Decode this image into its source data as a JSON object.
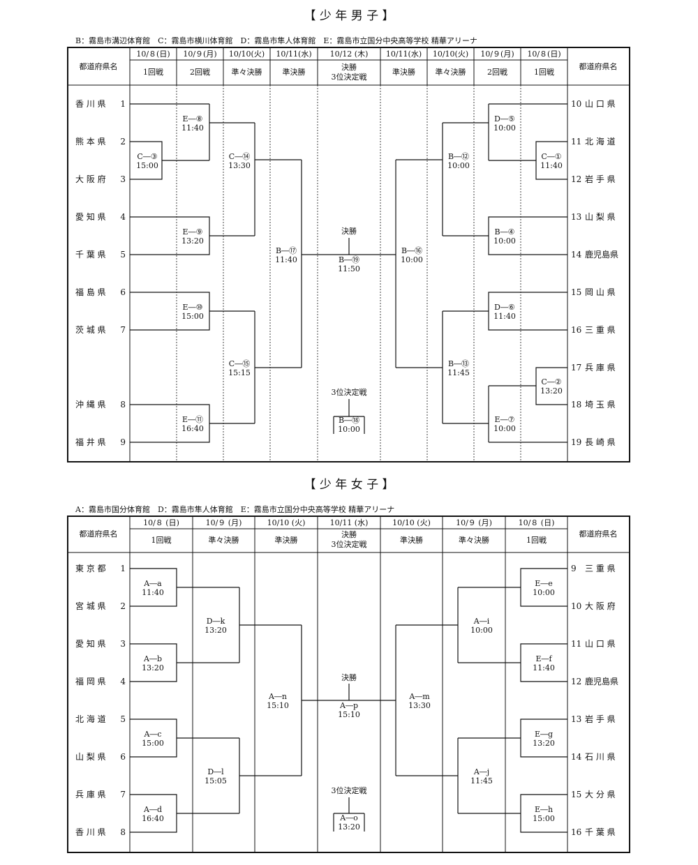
{
  "boys": {
    "title": "【 少 年 男 子 】",
    "venues": "B：霧島市溝辺体育館　C：霧島市横川体育館　D：霧島市隼人体育館　E：霧島市立国分中央高等学校 精華アリーナ",
    "pref_header": "都道府県名",
    "columns": [
      {
        "date": "10/８(日)",
        "round": "1回戦"
      },
      {
        "date": "10/９(月)",
        "round": "2回戦"
      },
      {
        "date": "10/10(火)",
        "round": "準々決勝"
      },
      {
        "date": "10/11(水)",
        "round": "準決勝"
      },
      {
        "date": "10/12 (木)",
        "round": "決勝",
        "round2": "3位決定戦"
      },
      {
        "date": "10/11(水)",
        "round": "準決勝"
      },
      {
        "date": "10/10(火)",
        "round": "準々決勝"
      },
      {
        "date": "10/９(月)",
        "round": "2回戦"
      },
      {
        "date": "10/８(日)",
        "round": "1回戦"
      }
    ],
    "left_teams": [
      {
        "name": "香 川 県",
        "num": "1"
      },
      {
        "name": "熊 本 県",
        "num": "2"
      },
      {
        "name": "大 阪 府",
        "num": "3"
      },
      {
        "name": "愛 知 県",
        "num": "4"
      },
      {
        "name": "千 葉 県",
        "num": "5"
      },
      {
        "name": "福 島 県",
        "num": "6"
      },
      {
        "name": "茨 城 県",
        "num": "7"
      },
      {
        "name": "沖 縄 県",
        "num": "8"
      },
      {
        "name": "福 井 県",
        "num": "9"
      }
    ],
    "right_teams": [
      {
        "num": "10",
        "name": "山 口 県"
      },
      {
        "num": "11",
        "name": "北 海 道"
      },
      {
        "num": "12",
        "name": "岩 手 県"
      },
      {
        "num": "13",
        "name": "山 梨 県"
      },
      {
        "num": "14",
        "name": "鹿児島県"
      },
      {
        "num": "15",
        "name": "岡 山 県"
      },
      {
        "num": "16",
        "name": "三 重 県"
      },
      {
        "num": "17",
        "name": "兵 庫 県"
      },
      {
        "num": "18",
        "name": "埼 玉 県"
      },
      {
        "num": "19",
        "name": "長 崎 県"
      }
    ],
    "matches": {
      "c3": {
        "code": "C―③",
        "time": "15:00"
      },
      "e8": {
        "code": "E―⑧",
        "time": "11:40"
      },
      "e9": {
        "code": "E―⑨",
        "time": "13:20"
      },
      "e10": {
        "code": "E―⑩",
        "time": "15:00"
      },
      "e11": {
        "code": "E―⑪",
        "time": "16:40"
      },
      "c14": {
        "code": "C―⑭",
        "time": "13:30"
      },
      "c15": {
        "code": "C―⑮",
        "time": "15:15"
      },
      "b17": {
        "code": "B―⑰",
        "time": "11:40"
      },
      "b19": {
        "code": "B―⑲",
        "time": "11:50"
      },
      "b18": {
        "code": "B―⑱",
        "time": "10:00"
      },
      "b16": {
        "code": "B―⑯",
        "time": "10:00"
      },
      "b12": {
        "code": "B―⑫",
        "time": "10:00"
      },
      "b13": {
        "code": "B―⑬",
        "time": "11:45"
      },
      "d5": {
        "code": "D―⑤",
        "time": "10:00"
      },
      "b4": {
        "code": "B―④",
        "time": "10:00"
      },
      "d6": {
        "code": "D―⑥",
        "time": "11:40"
      },
      "e7": {
        "code": "E―⑦",
        "time": "10:00"
      },
      "c1": {
        "code": "C―①",
        "time": "11:40"
      },
      "c2": {
        "code": "C―②",
        "time": "13:20"
      }
    },
    "final_label": "決勝",
    "third_label": "3位決定戦"
  },
  "girls": {
    "title": "【 少 年 女 子 】",
    "venues": "A：霧島市国分体育館　D：霧島市隼人体育館　E：霧島市立国分中央高等学校 精華アリーナ",
    "pref_header": "都道府県名",
    "columns": [
      {
        "date": "10/８ (日)",
        "round": "1回戦"
      },
      {
        "date": "10/９ (月)",
        "round": "準々決勝"
      },
      {
        "date": "10/10 (火)",
        "round": "準決勝"
      },
      {
        "date": "10/11 (水)",
        "round": "決勝",
        "round2": "3位決定戦"
      },
      {
        "date": "10/10 (火)",
        "round": "準決勝"
      },
      {
        "date": "10/９ (月)",
        "round": "準々決勝"
      },
      {
        "date": "10/８ (日)",
        "round": "1回戦"
      }
    ],
    "left_teams": [
      {
        "name": "東 京 都",
        "num": "1"
      },
      {
        "name": "宮 城 県",
        "num": "2"
      },
      {
        "name": "愛 知 県",
        "num": "3"
      },
      {
        "name": "福 岡 県",
        "num": "4"
      },
      {
        "name": "北 海 道",
        "num": "5"
      },
      {
        "name": "山 梨 県",
        "num": "6"
      },
      {
        "name": "兵 庫 県",
        "num": "7"
      },
      {
        "name": "香 川 県",
        "num": "8"
      }
    ],
    "right_teams": [
      {
        "num": "9",
        "name": "三 重 県"
      },
      {
        "num": "10",
        "name": "大 阪 府"
      },
      {
        "num": "11",
        "name": "山 口 県"
      },
      {
        "num": "12",
        "name": "鹿児島県"
      },
      {
        "num": "13",
        "name": "岩 手 県"
      },
      {
        "num": "14",
        "name": "石 川 県"
      },
      {
        "num": "15",
        "name": "大 分 県"
      },
      {
        "num": "16",
        "name": "千 葉 県"
      }
    ],
    "matches": {
      "a": {
        "code": "A―a",
        "time": "11:40"
      },
      "b": {
        "code": "A―b",
        "time": "13:20"
      },
      "c": {
        "code": "A―c",
        "time": "15:00"
      },
      "d": {
        "code": "A―d",
        "time": "16:40"
      },
      "k": {
        "code": "D―k",
        "time": "13:20"
      },
      "l": {
        "code": "D―l",
        "time": "15:05"
      },
      "n": {
        "code": "A―n",
        "time": "15:10"
      },
      "p": {
        "code": "A―p",
        "time": "15:10"
      },
      "o": {
        "code": "A―o",
        "time": "13:20"
      },
      "m": {
        "code": "A―m",
        "time": "13:30"
      },
      "i": {
        "code": "A―i",
        "time": "10:00"
      },
      "j": {
        "code": "A―j",
        "time": "11:45"
      },
      "e": {
        "code": "E―e",
        "time": "10:00"
      },
      "f": {
        "code": "E―f",
        "time": "11:40"
      },
      "g": {
        "code": "E―g",
        "time": "13:20"
      },
      "h": {
        "code": "E―h",
        "time": "15:00"
      }
    },
    "final_label": "決勝",
    "third_label": "3位決定戦"
  }
}
